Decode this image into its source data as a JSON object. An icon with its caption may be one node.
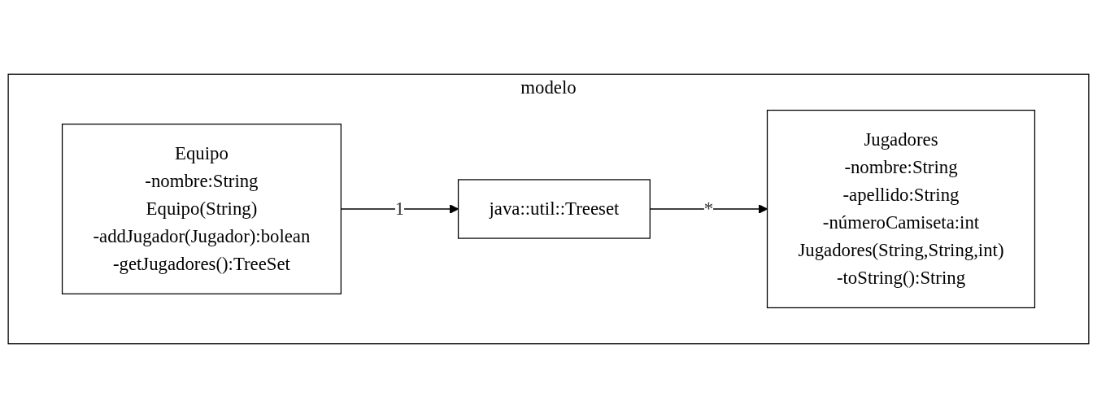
{
  "diagram": {
    "nodes": [
      {
        "text": [
          "modelo"
        ]
      },
      {
        "text": [
          "Equipo",
          "-nombre:String",
          "Equipo(String) -addJugador(Jugador):bolean -getJugadores():TreeSet"
        ],
        "in": 0
      },
      {
        "text": [
          "java::util::Treeset"
        ],
        "in": 0
      },
      {
        "text": [
          "Jugadores",
          "-nombre:String -apellido:String -númeroCamiseta:int",
          "Jugadores(String,String,int) -toString():String"
        ],
        "in": 0
      }
    ],
    "edges": [
      {
        "from": 1,
        "to": 2,
        "arrow": "to",
        "label": "1"
      },
      {
        "from": 2,
        "to": 3,
        "arrow": "to",
        "label": "*"
      }
    ]
  }
}
